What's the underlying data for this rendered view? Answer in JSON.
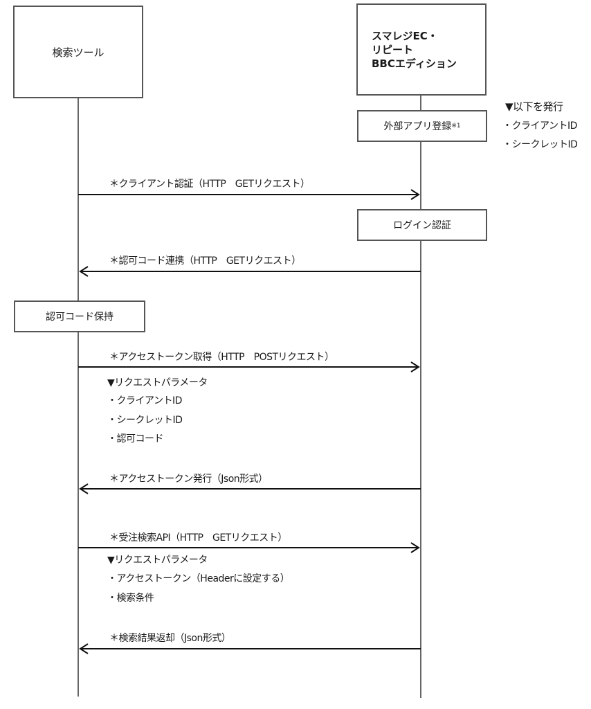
{
  "actors": {
    "left": {
      "label": "検索ツール"
    },
    "right": {
      "lines": [
        "スマレジEC・",
        "リピート",
        "BBCエディション"
      ]
    }
  },
  "notes": {
    "issue": {
      "title": "▼以下を発行",
      "items": [
        "・クライアントID",
        "・シークレットID"
      ]
    }
  },
  "process_boxes": {
    "app_registration": {
      "label": "外部アプリ登録",
      "footnote": "※1"
    },
    "login_auth": {
      "label": "ログイン認証"
    },
    "auth_code_hold": {
      "label": "認可コード保持"
    }
  },
  "messages": [
    {
      "label": "＊クライアント認証（HTTP　GETリクエスト）",
      "direction": "right"
    },
    {
      "label": "＊認可コード連携（HTTP　GETリクエスト）",
      "direction": "left"
    },
    {
      "label": "＊アクセストークン取得（HTTP　POSTリクエスト）",
      "direction": "right",
      "params": {
        "title": "▼リクエストパラメータ",
        "items": [
          "・クライアントID",
          "・シークレットID",
          "・認可コード"
        ]
      }
    },
    {
      "label": "＊アクセストークン発行（Json形式）",
      "direction": "left"
    },
    {
      "label": "＊受注検索API（HTTP　GETリクエスト）",
      "direction": "right",
      "params": {
        "title": "▼リクエストパラメータ",
        "items": [
          "・アクセストークン（Headerに設定する）",
          "・検索条件"
        ]
      }
    },
    {
      "label": "＊検索結果返却（Json形式）",
      "direction": "left"
    }
  ]
}
